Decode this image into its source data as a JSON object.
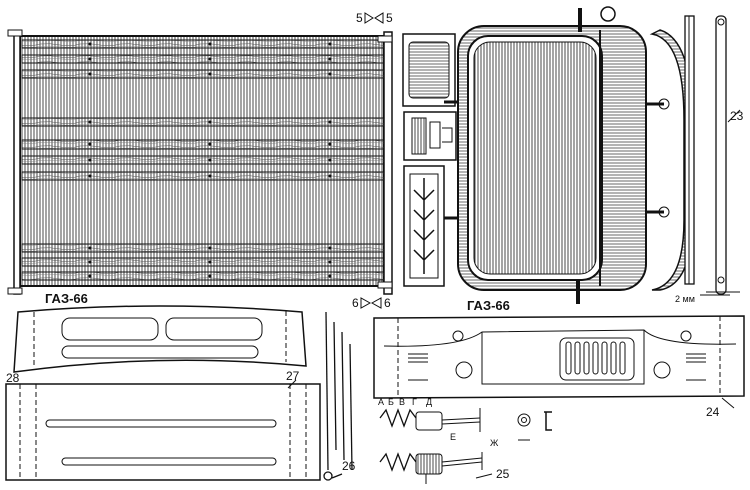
{
  "labels": {
    "gaz_left": "ГАЗ-66",
    "gaz_right": "ГАЗ-66",
    "section5_l": "5",
    "section5_r": "5",
    "section6_l": "6",
    "section6_r": "6",
    "dim_2mm": "2 мм",
    "part23": "23",
    "part24": "24",
    "part25": "25",
    "part26": "26",
    "part27": "27",
    "part28": "28",
    "letter_a": "А",
    "letter_b": "Б",
    "letter_v": "В",
    "letter_g": "Г",
    "letter_d": "Д",
    "letter_e": "Е",
    "letter_zh": "Ж"
  }
}
